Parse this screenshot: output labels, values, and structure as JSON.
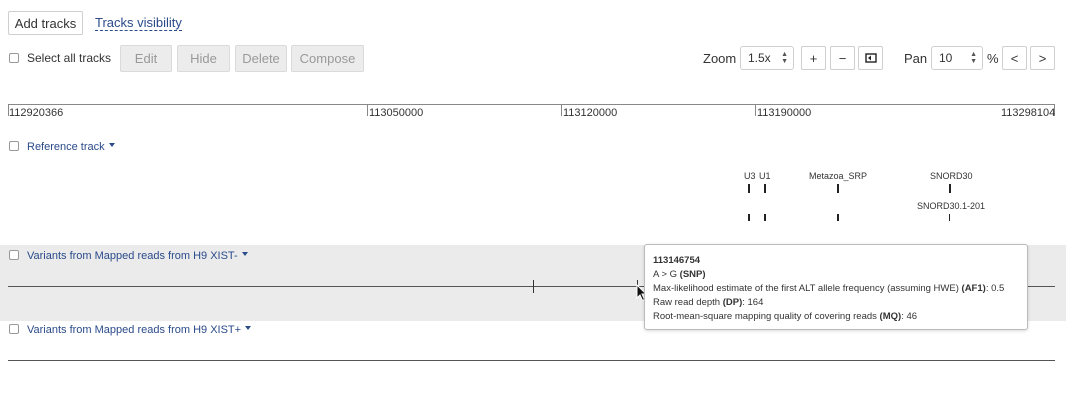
{
  "toolbar": {
    "add_tracks": "Add tracks",
    "tracks_visibility": "Tracks visibility",
    "select_all": "Select all tracks",
    "edit": "Edit",
    "hide": "Hide",
    "delete": "Delete",
    "compose": "Compose",
    "zoom_label": "Zoom",
    "zoom_value": "1.5x",
    "zoom_in": "+",
    "zoom_out": "−",
    "pan_label": "Pan",
    "pan_value": "10",
    "pan_unit": "%",
    "pan_left": "<",
    "pan_right": ">"
  },
  "ruler": {
    "labels": [
      "112920366",
      "113050000",
      "113120000",
      "113190000",
      "113298104"
    ]
  },
  "reference_track": {
    "label": "Reference track",
    "genes": [
      "U3",
      "U1",
      "Metazoa_SRP",
      "SNORD30",
      "SNORD30.1-201"
    ]
  },
  "tracks": [
    {
      "label": "Variants from Mapped reads from H9 XIST-"
    },
    {
      "label": "Variants from Mapped reads from H9 XIST+"
    }
  ],
  "tooltip": {
    "position": "113146754",
    "change_text": "A > G ",
    "change_type": "(SNP)",
    "af1_text": "Max-likelihood estimate of the first ALT allele frequency (assuming HWE) ",
    "af1_key": "(AF1)",
    "af1_value": ": 0.5",
    "dp_text": "Raw read depth ",
    "dp_key": "(DP)",
    "dp_value": ": 164",
    "mq_text": "Root-mean-square mapping quality of covering reads ",
    "mq_key": "(MQ)",
    "mq_value": ": 46"
  },
  "colors": {
    "link": "#2a4a8a",
    "band": "#ebebeb"
  }
}
